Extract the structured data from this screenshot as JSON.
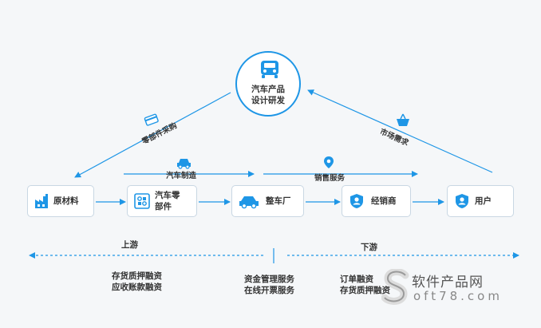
{
  "hub": {
    "line1": "汽车产品",
    "line2": "设计研发"
  },
  "flow_labels": {
    "parts_purchase": "零部件采购",
    "market_demand": "市场需求",
    "auto_manufacturing": "汽车制造",
    "sales_service": "销售服务",
    "upstream": "上游",
    "downstream": "下游"
  },
  "nodes": [
    {
      "line1": "原材料"
    },
    {
      "line1": "汽车零",
      "line2": "部件"
    },
    {
      "line1": "整车厂"
    },
    {
      "line1": "经销商"
    },
    {
      "line1": "用户"
    }
  ],
  "services": {
    "upstream": [
      "存货质押融资",
      "应收账款融资"
    ],
    "midstream": [
      "资金管理服务",
      "在线开票服务"
    ],
    "downstream": [
      "订单融资",
      "存货质押融资"
    ]
  },
  "watermark": {
    "cn": "软件产品网",
    "en": "oft78.com"
  },
  "colors": {
    "accent": "#1e96e6",
    "node_border": "#c9d7e3",
    "text": "#333333"
  }
}
